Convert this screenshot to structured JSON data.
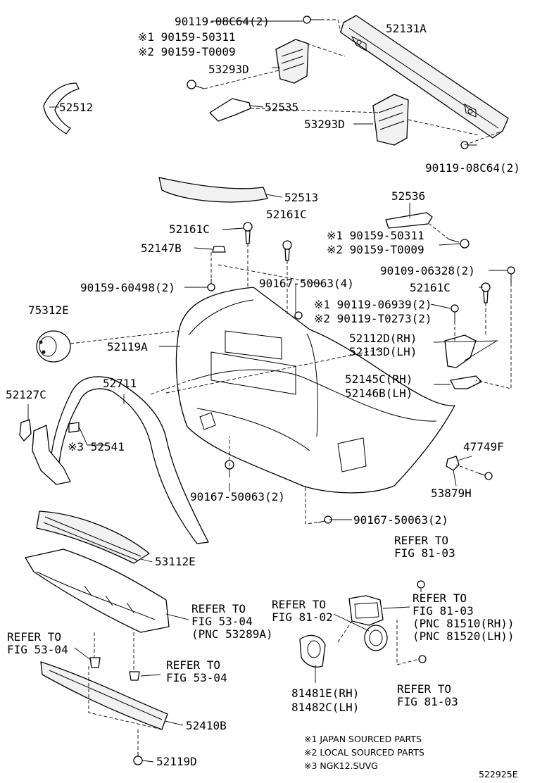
{
  "labels": {
    "p_90119_08c64_top": "90119-08C64(2)",
    "p_52131a": "52131A",
    "p_jp1_90159_50311": "※1 90159-50311",
    "p_lc2_90159_t0009": "※2 90159-T0009",
    "p_53293d_top": "53293D",
    "p_52512": "52512",
    "p_52535": "52535",
    "p_53293d_bottom": "53293D",
    "p_90119_08c64_bottom": "90119-08C64(2)",
    "p_52513": "52513",
    "p_52536": "52536",
    "p_52161c_mid": "52161C",
    "p_52161c_left": "52161C",
    "p_52147b": "52147B",
    "p_jp1_90159_50311_r": "※1 90159-50311",
    "p_lc2_90159_t0009_r": "※2 90159-T0009",
    "p_90109_06328": "90109-06328(2)",
    "p_90159_60498": "90159-60498(2)",
    "p_90167_50063_4": "90167-50063(4)",
    "p_52161c_right": "52161C",
    "p_75312e": "75312E",
    "p_jp1_90119_06939": "※1 90119-06939(2)",
    "p_lc2_90119_t0273": "※2 90119-T0273(2)",
    "p_52119a": "52119A",
    "p_52112d": "52112D(RH)",
    "p_52113d": "52113D(LH)",
    "p_52127c": "52127C",
    "p_52711": "52711",
    "p_52145c": "52145C(RH)",
    "p_52146b": "52146B(LH)",
    "p_52541": "※3 52541",
    "p_47749f": "47749F",
    "p_53879h": "53879H",
    "p_90167_50063_2a": "90167-50063(2)",
    "p_90167_50063_2b": "90167-50063(2)",
    "p_refer_81_03_top_1": "REFER TO",
    "p_refer_81_03_top_2": "FIG 81-03",
    "p_53112e": "53112E",
    "p_refer_81_03_mid_1": "REFER TO",
    "p_refer_81_03_mid_2": "FIG 81-03",
    "p_pnc_81510": "(PNC 81510(RH))",
    "p_pnc_81520": "(PNC 81520(LH))",
    "p_refer_53_04_a_1": "REFER TO",
    "p_refer_53_04_a_2": "FIG 53-04",
    "p_pnc_53289a": "(PNC 53289A)",
    "p_refer_81_02_1": "REFER TO",
    "p_refer_81_02_2": "FIG 81-02",
    "p_refer_53_04_b_1": "REFER TO",
    "p_refer_53_04_b_2": "FIG 53-04",
    "p_refer_53_04_c_1": "REFER TO",
    "p_refer_53_04_c_2": "FIG 53-04",
    "p_81481e": "81481E(RH)",
    "p_81482c": "81482C(LH)",
    "p_refer_81_03_bot_1": "REFER TO",
    "p_refer_81_03_bot_2": "FIG 81-03",
    "p_52410b": "52410B",
    "p_52119d": "52119D"
  },
  "notes": {
    "note1": "※1 JAPAN SOURCED PARTS",
    "note2": "※2 LOCAL SOURCED PARTS",
    "note3": "※3 NGK12.SUVG"
  },
  "diagram_id": "522925E"
}
